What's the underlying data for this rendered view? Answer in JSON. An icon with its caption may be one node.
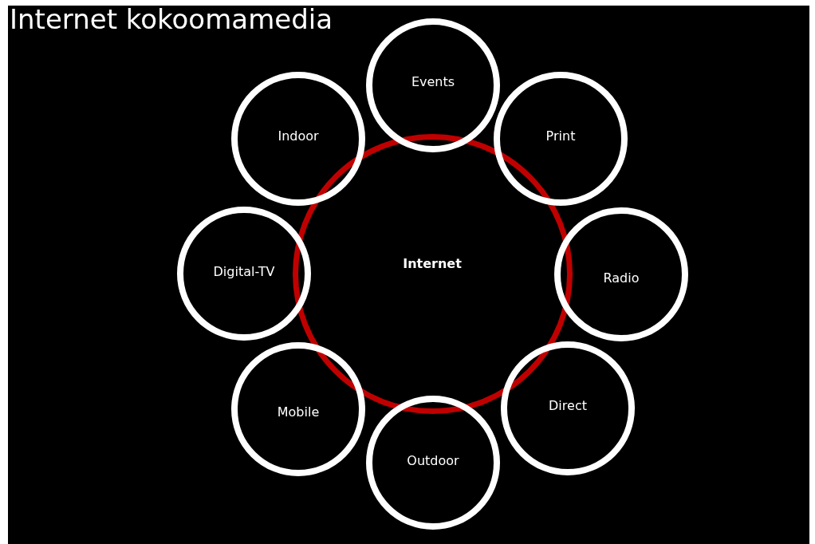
{
  "diagram": {
    "title": "Internet kokoomamedia",
    "nodes": [
      {
        "text": [
          "Internet"
        ]
      },
      {
        "text": [
          "Events"
        ]
      },
      {
        "text": [
          "Print"
        ]
      },
      {
        "text": [
          "Radio"
        ]
      },
      {
        "text": [
          "Direct"
        ]
      },
      {
        "text": [
          "Outdoor"
        ]
      },
      {
        "text": [
          "Mobile"
        ]
      },
      {
        "text": [
          "Digital-TV"
        ]
      },
      {
        "text": [
          "Indoor"
        ]
      }
    ]
  }
}
